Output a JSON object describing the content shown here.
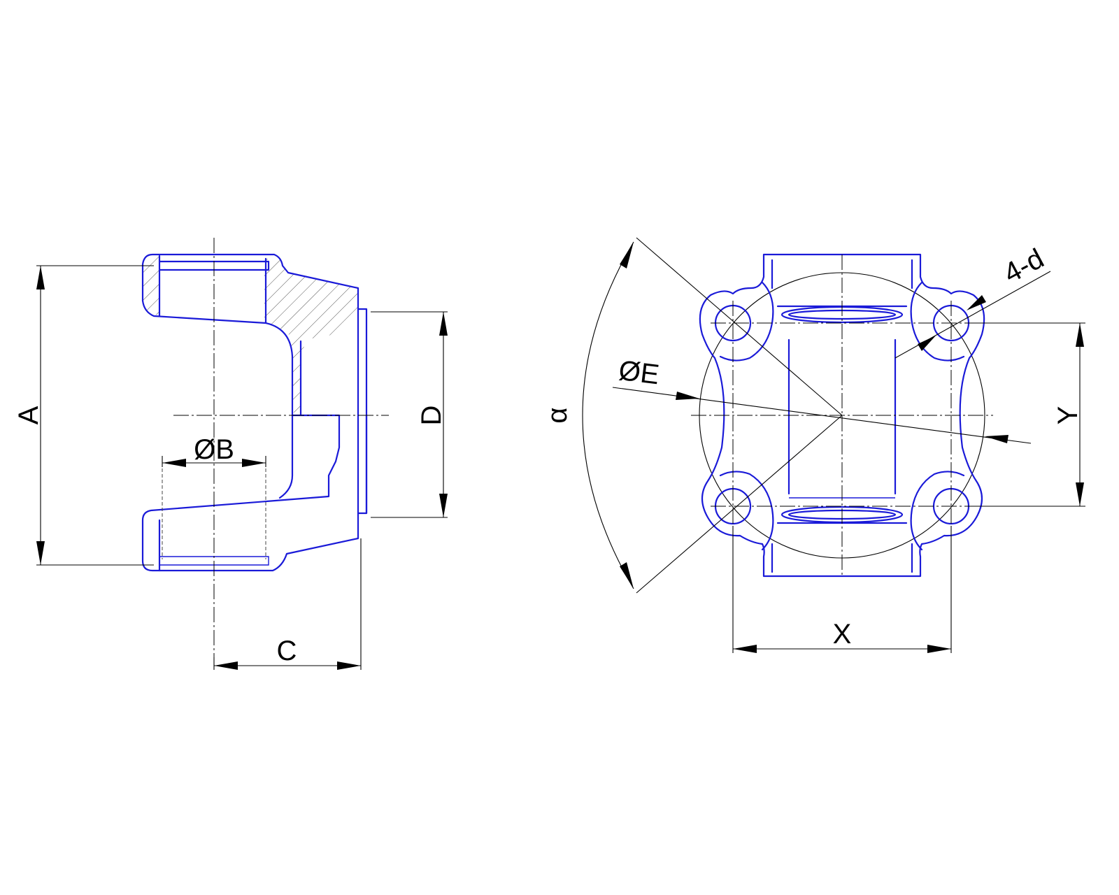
{
  "labels": {
    "A": "A",
    "B": "ØB",
    "C": "C",
    "D": "D",
    "E": "ØE",
    "alpha": "α",
    "d": "4-d",
    "X": "X",
    "Y": "Y"
  },
  "colors": {
    "part": "#1a1ad8",
    "dimension": "#000000",
    "background": "#ffffff"
  }
}
